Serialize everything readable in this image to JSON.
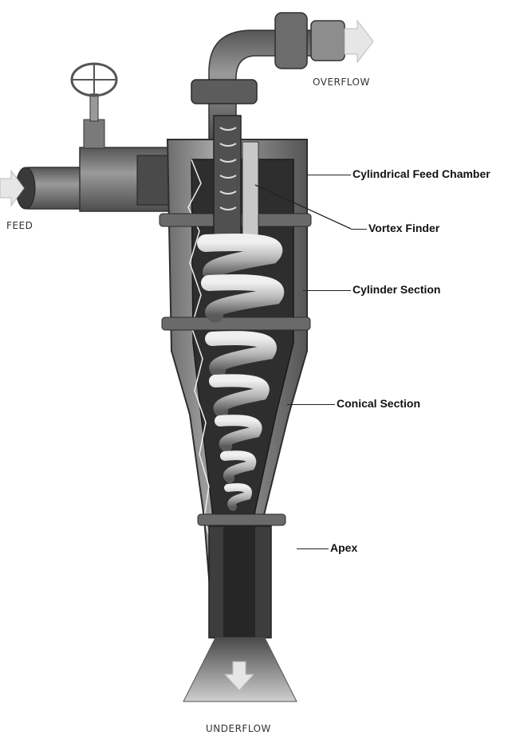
{
  "labels": {
    "overflow": "OVERFLOW",
    "feed": "FEED",
    "underflow": "UNDERFLOW",
    "cylindrical_feed_chamber": "Cylindrical Feed Chamber",
    "vortex_finder": "Vortex Finder",
    "cylinder_section": "Cylinder Section",
    "conical_section": "Conical Section",
    "apex": "Apex"
  },
  "colors": {
    "body_metal": "#8a8a8a",
    "dark_metal": "#4a4a4a",
    "interior": "#2e2e2e",
    "vortex_light": "#d8d8d8",
    "arrow": "#e6e6e6",
    "text": "#111111"
  },
  "icons": [
    "valve-handwheel-icon",
    "overflow-arrow-icon",
    "feed-arrow-icon",
    "underflow-arrow-icon"
  ]
}
